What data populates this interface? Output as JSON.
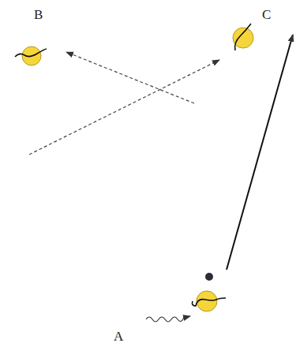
{
  "diagram": {
    "nodes": [
      {
        "text": [
          "B"
        ]
      },
      {
        "text": [
          "C"
        ]
      },
      {
        "text": [
          "A"
        ]
      }
    ]
  }
}
